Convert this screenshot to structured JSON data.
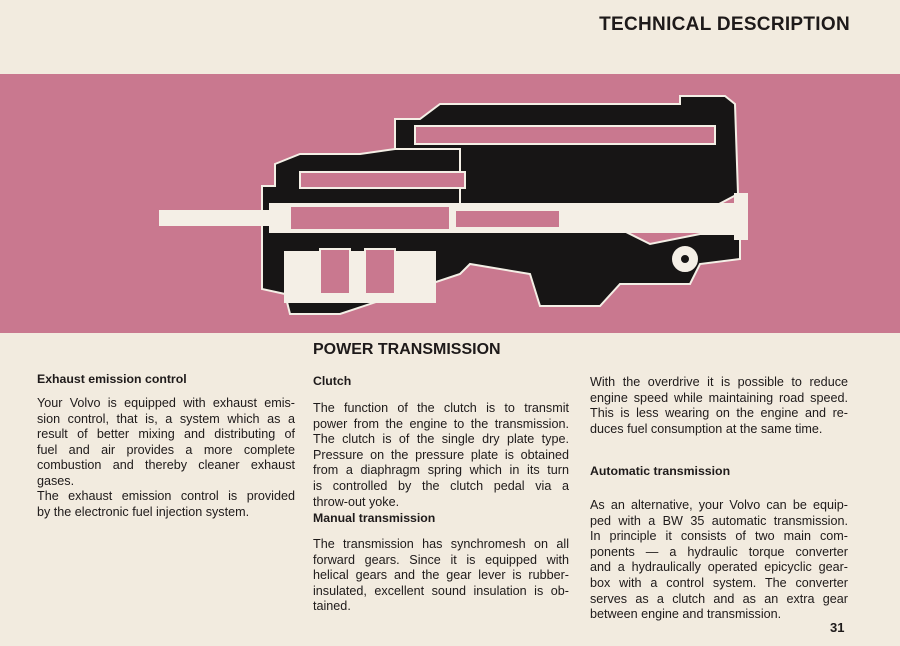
{
  "header": {
    "title": "TECHNICAL DESCRIPTION"
  },
  "colors": {
    "band": "#c9788f",
    "paper": "#f2ebdf"
  },
  "figure": {
    "subject": "transmission-cutaway-diagram"
  },
  "left": {
    "heading": "Exhaust emission control",
    "para1": [
      "Your Volvo is equipped with exhaust emis-",
      "sion control, that is, a system which as a",
      "result of better mixing and distributing of",
      "fuel and air provides a more complete",
      "combustion and thereby cleaner exhaust",
      "gases."
    ],
    "para2": [
      "The exhaust emission control is provided",
      "by the electronic fuel injection system."
    ]
  },
  "middle": {
    "section_title": "POWER TRANSMISSION",
    "clutch_heading": "Clutch",
    "clutch_para": [
      "The function of the clutch is to transmit",
      "power from the engine to the transmission.",
      "The clutch is of the single dry plate type.",
      "Pressure on the pressure plate is obtained",
      "from a diaphragm spring which in its turn",
      "is controlled by the clutch pedal via a",
      "throw-out yoke."
    ],
    "manual_heading": "Manual transmission",
    "manual_para": [
      "The transmission has synchromesh on all",
      "forward gears. Since it is equipped with",
      "helical gears and the gear lever is rubber-",
      "insulated, excellent sound insulation is ob-",
      "tained."
    ]
  },
  "right": {
    "overdrive_para": [
      "With the overdrive it is possible to reduce",
      "engine speed while maintaining road speed.",
      "This is less wearing on the engine and re-",
      "duces fuel consumption at the same time."
    ],
    "automatic_heading": "Automatic transmission",
    "automatic_para": [
      "As an alternative, your Volvo can be equip-",
      "ped with a BW 35 automatic transmission.",
      "In principle it consists of two main com-",
      "ponents — a hydraulic torque converter",
      "and a hydraulically operated epicyclic gear-",
      "box with a control system. The converter",
      "serves as a clutch and as an extra gear",
      "between engine and transmission."
    ]
  },
  "footer": {
    "page_number": "31"
  }
}
